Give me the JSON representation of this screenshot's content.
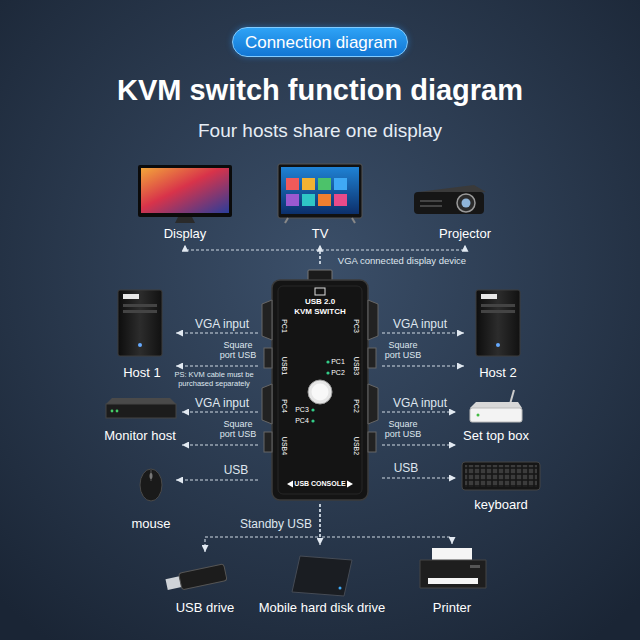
{
  "diagram": {
    "title": "KVM switch function diagram",
    "nodes": [
      {
        "text": [
          "Connection diagram"
        ]
      },
      {
        "text": [
          "Display"
        ]
      },
      {
        "text": [
          "TV"
        ]
      },
      {
        "text": [
          "Projector"
        ]
      },
      {
        "text": [
          "USB 2.0",
          "KVM SWITCH",
          "PC1",
          "PC2",
          "PC3",
          "PC4",
          "USB CONSOLE",
          "PC1",
          "USB1",
          "PC4",
          "USB4",
          "PC3",
          "USB3",
          "PC2",
          "USB2"
        ]
      },
      {
        "text": [
          "Host 1"
        ]
      },
      {
        "text": [
          "Host 2"
        ]
      },
      {
        "text": [
          "Monitor host"
        ]
      },
      {
        "text": [
          "Set top box"
        ]
      },
      {
        "text": [
          "mouse"
        ]
      },
      {
        "text": [
          "keyboard"
        ]
      },
      {
        "text": [
          "USB drive"
        ]
      },
      {
        "text": [
          "Mobile hard disk drive"
        ]
      },
      {
        "text": [
          "Printer"
        ]
      }
    ],
    "edges": [
      {
        "from": 4,
        "to": 1,
        "arrow": "to"
      },
      {
        "from": 4,
        "to": 2,
        "label": "VGA connected display device",
        "arrow": "to"
      },
      {
        "from": 4,
        "to": 3,
        "arrow": "to"
      },
      {
        "from": 4,
        "to": 5,
        "label": "VGA input",
        "arrow": "to"
      },
      {
        "from": 4,
        "to": 5,
        "label": "Square port USB",
        "arrow": "to"
      },
      {
        "from": 4,
        "to": 6,
        "label": "VGA input",
        "arrow": "to"
      },
      {
        "from": 4,
        "to": 6,
        "label": "Square port USB",
        "arrow": "to"
      },
      {
        "from": 4,
        "to": 7,
        "label": "VGA input",
        "arrow": "to"
      },
      {
        "from": 4,
        "to": 7,
        "label": "Square port USB",
        "arrow": "to"
      },
      {
        "from": 4,
        "to": 8,
        "label": "VGA input",
        "arrow": "to"
      },
      {
        "from": 4,
        "to": 8,
        "label": "Square port USB",
        "arrow": "to"
      },
      {
        "from": 4,
        "to": 9,
        "label": "USB",
        "arrow": "to"
      },
      {
        "from": 4,
        "to": 10,
        "label": "USB",
        "arrow": "to"
      },
      {
        "from": 4,
        "to": 11,
        "arrow": "to"
      },
      {
        "from": 4,
        "to": 12,
        "label": "Standby USB",
        "arrow": "to"
      },
      {
        "from": 4,
        "to": 13,
        "arrow": "to"
      }
    ],
    "labels": [
      "Four hosts share one display",
      "PS: KVM cable must be purchased separately"
    ]
  }
}
